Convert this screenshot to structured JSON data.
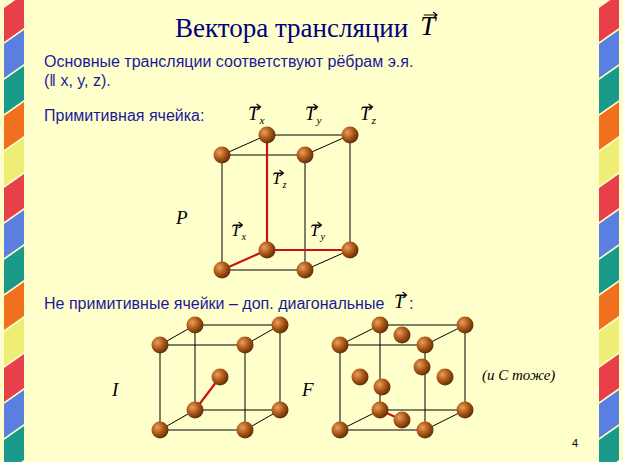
{
  "diagram": {
    "title": "Вектора трансляции",
    "labels": [
      "T",
      "Основные трансляции соответствуют рёбрам э.я.",
      "(‖ x, y, z).",
      "Примитивная ячейка:",
      "T",
      "x",
      "T",
      "y",
      "T",
      "z",
      "T",
      "z",
      "T",
      "x",
      "T",
      "y",
      "P",
      "Не примитивные ячейки – доп. диагональные",
      "T",
      ":",
      "I",
      "F",
      "(и C тоже)",
      "4"
    ]
  }
}
